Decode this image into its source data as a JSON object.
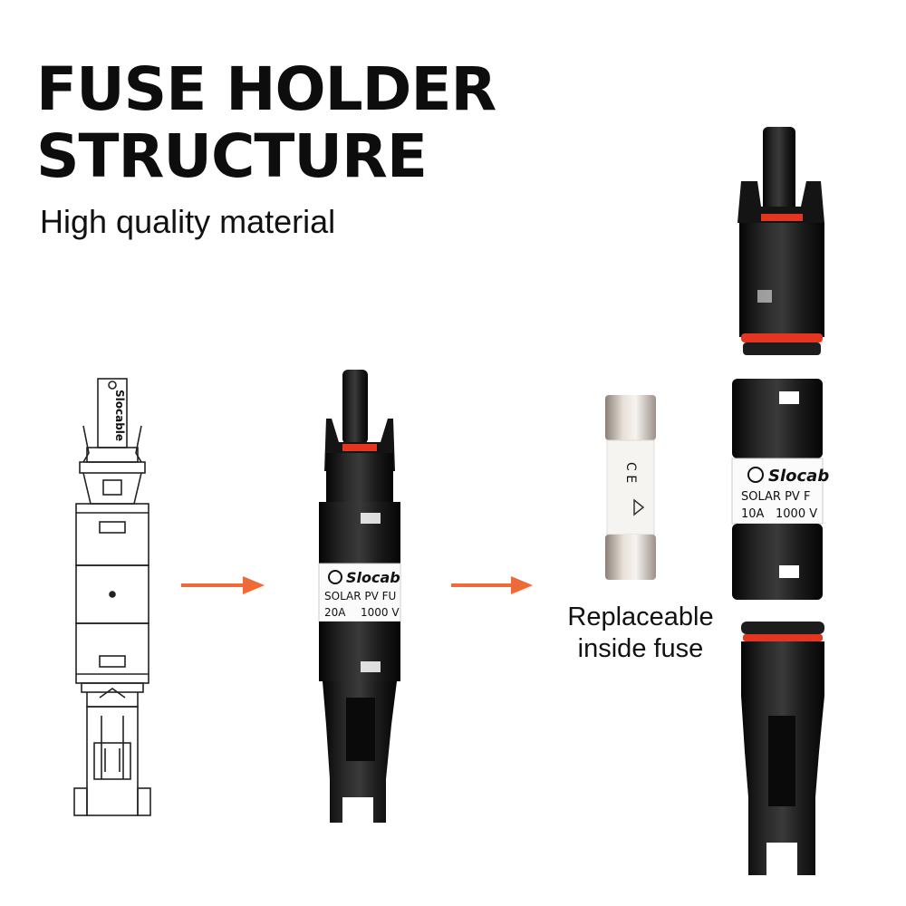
{
  "header": {
    "title_line1": "FUSE HOLDER",
    "title_line2": "STRUCTURE",
    "subtitle": "High quality material"
  },
  "drawing": {
    "brand": "Slocable"
  },
  "assembled_holder": {
    "brand": "Slocab",
    "product": "SOLAR PV FU",
    "rating_current": "20A",
    "rating_voltage": "1000 V"
  },
  "fuse": {
    "caption_line1": "Replaceable",
    "caption_line2": "inside fuse",
    "mark": "C E"
  },
  "exploded_holder": {
    "brand": "Slocab",
    "product": "SOLAR PV F",
    "rating_current": "10A",
    "rating_voltage": "1000 V"
  },
  "colors": {
    "arrow": "#ee6a38",
    "seal": "#e3351f",
    "housing": "#111111"
  },
  "icons": [
    "arrow-right-icon",
    "arrow-right-icon"
  ]
}
